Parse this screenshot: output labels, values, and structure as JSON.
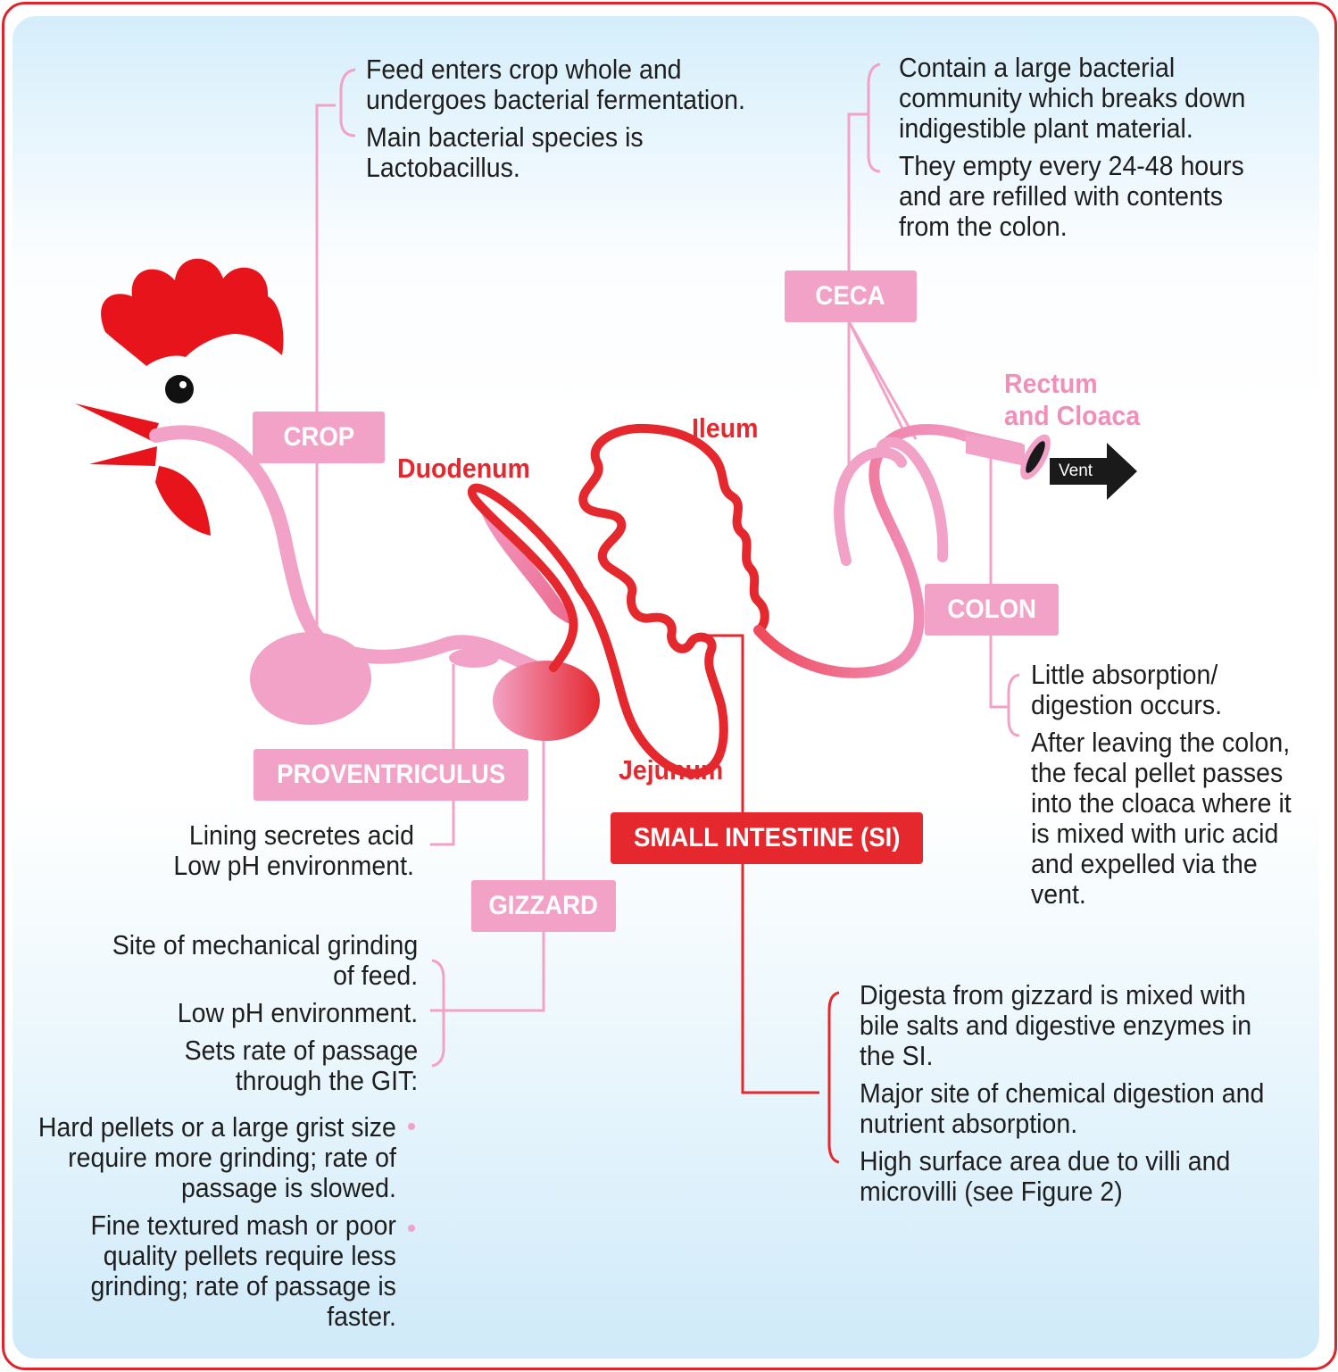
{
  "tags": {
    "crop": "CROP",
    "ceca": "CECA",
    "colon": "COLON",
    "proventriculus": "PROVENTRICULUS",
    "gizzard": "GIZZARD",
    "small_intestine": "SMALL INTESTINE (SI)"
  },
  "organs": {
    "duodenum": "Duodenum",
    "ileum": "Ileum",
    "jejunum": "Jejunum",
    "rectum_line1": "Rectum",
    "rectum_line2": "and Cloaca"
  },
  "vent": "Vent",
  "notes": {
    "crop": {
      "item1_line1": "Feed enters crop whole and",
      "item1_line2": "undergoes bacterial fermentation.",
      "item2_line1": "Main bacterial species is",
      "item2_line2": "Lactobacillus."
    },
    "ceca": {
      "item1_line1": "Contain a large bacterial",
      "item1_line2": "community which breaks down",
      "item1_line3": "indigestible plant material.",
      "item2_line1": "They empty every 24-48 hours",
      "item2_line2": "and are refilled with contents",
      "item2_line3": "from the colon."
    },
    "colon": {
      "item1_line1": "Little absorption/",
      "item1_line2": "digestion occurs.",
      "item2_line1": "After leaving the colon,",
      "item2_line2": "the fecal pellet passes",
      "item2_line3": "into the cloaca where it",
      "item2_line4": "is mixed with uric acid",
      "item2_line5": "and expelled via the",
      "item2_line6": "vent."
    },
    "proventriculus": {
      "line1": "Lining secretes acid",
      "line2": "Low pH environment."
    },
    "gizzard": {
      "item1_line1": "Site of mechanical grinding",
      "item1_line2": "of feed.",
      "item2_line1": "Low pH environment.",
      "item3_line1": "Sets rate of passage",
      "item3_line2": "through the GIT:",
      "bullet1_line1": "Hard pellets or a large grist size",
      "bullet1_line2": "require more grinding; rate of",
      "bullet1_line3": "passage is slowed.",
      "bullet2_line1": "Fine textured mash or poor",
      "bullet2_line2": "quality pellets require less",
      "bullet2_line3": "grinding; rate of passage is",
      "bullet2_line4": "faster."
    },
    "small_intestine": {
      "item1_line1": "Digesta from gizzard is mixed with",
      "item1_line2": "bile salts and digestive enzymes in",
      "item1_line3": "the SI.",
      "item2_line1": "Major site of chemical digestion and",
      "item2_line2": "nutrient absorption.",
      "item3_line1": "High surface area due to villi and",
      "item3_line2": "microvilli (see Figure 2)"
    }
  },
  "colors": {
    "frame_red": "#e0232b",
    "tract_pink": "#f3a2c7",
    "intestine_red": "#e4282e",
    "comb_red": "#e8141c",
    "vent_black": "#1a1a1a"
  }
}
